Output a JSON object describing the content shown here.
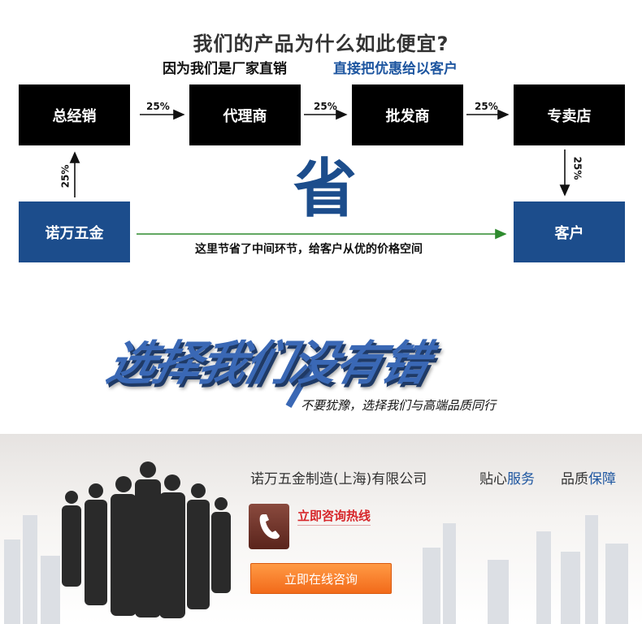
{
  "diagram": {
    "headline": "我们的产品为什么如此便宜?",
    "subline_left": "因为我们是厂家直销",
    "subline_right": "直接把优惠给以客户",
    "nodes": {
      "general_distributor": "总经销",
      "agent": "代理商",
      "wholesaler": "批发商",
      "store": "专卖店",
      "company": "诺万五金",
      "customer": "客户"
    },
    "percent": "25%",
    "save_char": "省",
    "direct_caption": "这里节省了中间环节，给客户从优的价格空间",
    "colors": {
      "blue_box": "#1c4d8c",
      "black_box": "#000000",
      "green_arrow": "#2e8b2e"
    }
  },
  "slogan": {
    "title": "选择我们没有错",
    "subtitle": "不要犹豫，选择我们与高端品质同行"
  },
  "banner": {
    "company_name": "诺万五金制造(上海)有限公司",
    "tagline_1_plain": "贴心",
    "tagline_1_highlight": "服务",
    "tagline_2_plain": "品质",
    "tagline_2_highlight": "保障",
    "hotline_label": "立即咨询热线",
    "consult_button": "立即在线咨询",
    "icons": [
      "phone-icon"
    ],
    "colors": {
      "button": "#f26a1a",
      "hotline": "#d7262a",
      "highlight": "#1e56a0"
    }
  }
}
